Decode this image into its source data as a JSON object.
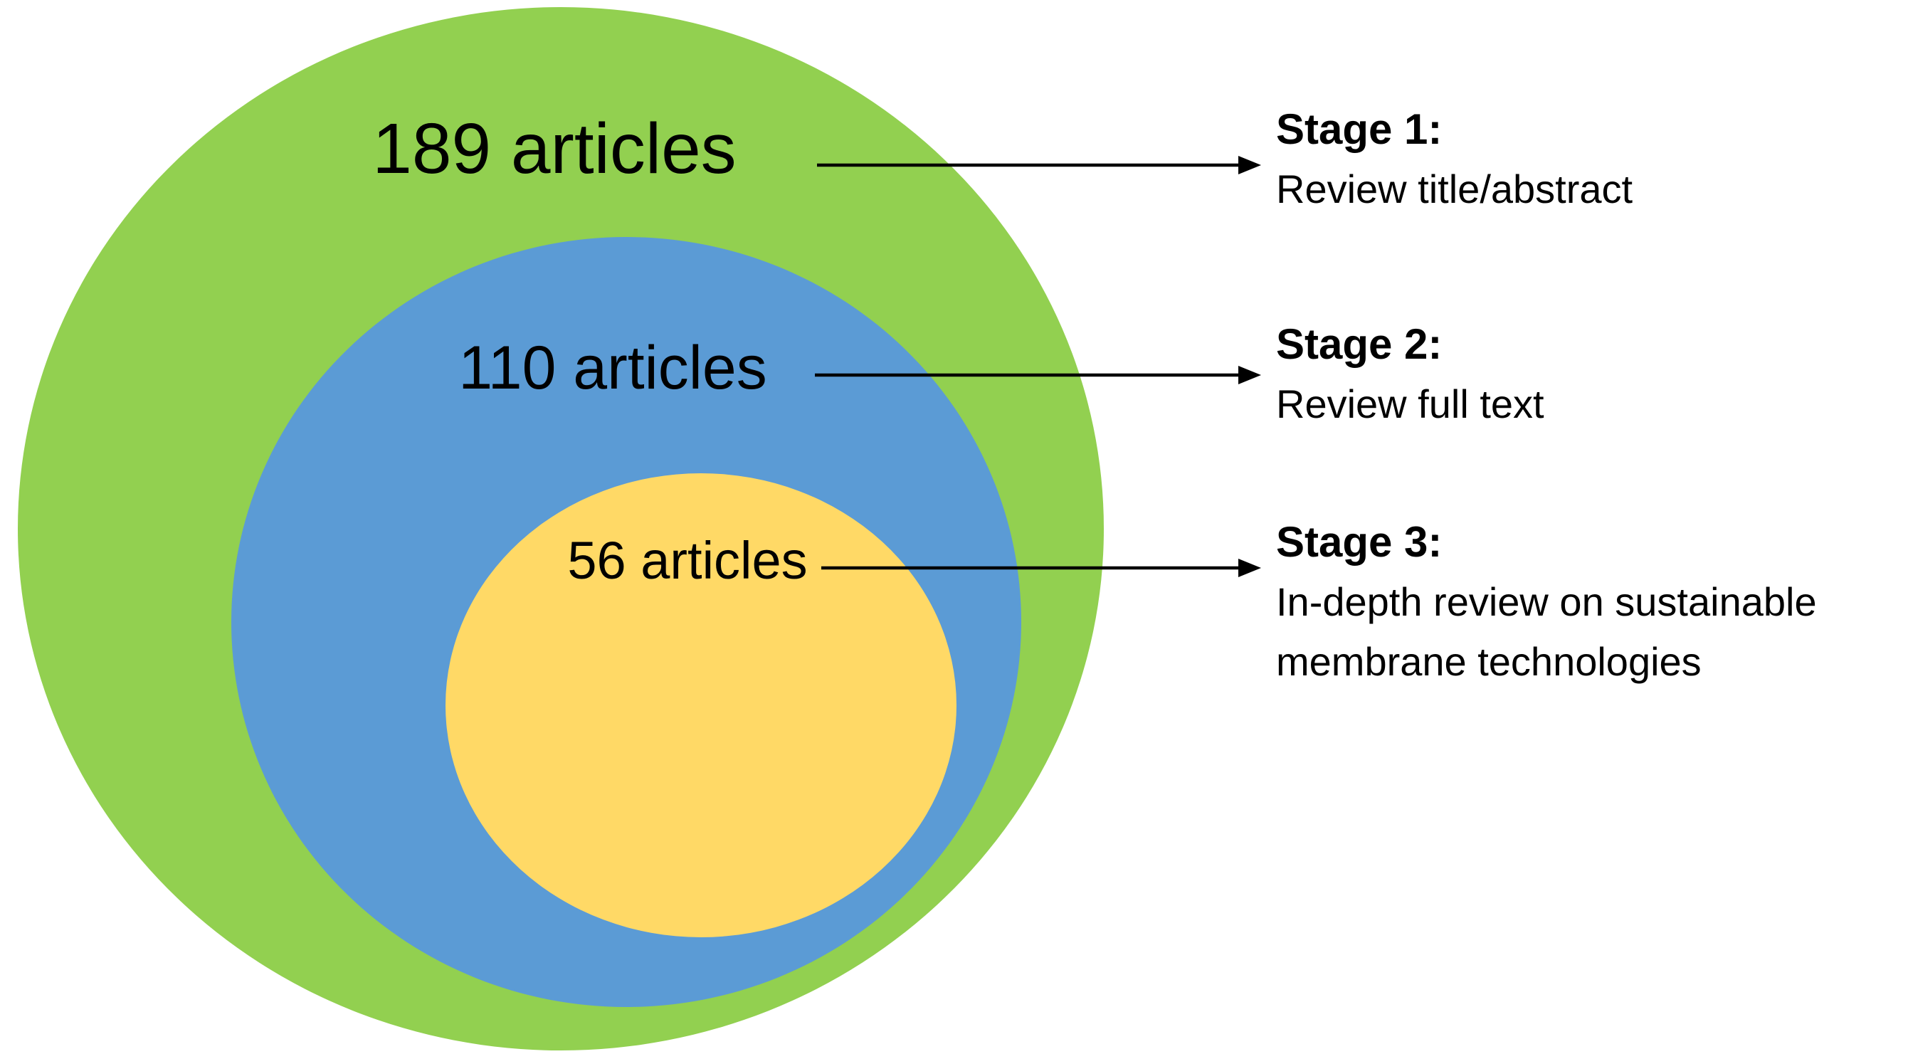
{
  "figure": {
    "type": "nested-circles-diagram",
    "background_color": "#FFFFFF",
    "text_color": "#000000",
    "arrow_color": "#000000",
    "circles": [
      {
        "name": "stage-1-outer",
        "label": "189 articles",
        "count": 189,
        "color": "#92D050",
        "style": "background:#92D050"
      },
      {
        "name": "stage-2-middle",
        "label": "110 articles",
        "count": 110,
        "color": "#5B9BD5",
        "style": "background:#5B9BD5"
      },
      {
        "name": "stage-3-inner",
        "label": "56 articles",
        "count": 56,
        "color": "#FFD966",
        "style": "background:#FFD966"
      }
    ],
    "stages": [
      {
        "heading": "Stage 1:",
        "description": "Review title/abstract"
      },
      {
        "heading": "Stage 2:",
        "description": "Review full text"
      },
      {
        "heading": "Stage 3:",
        "description": "In-depth review on sustainable membrane technologies"
      }
    ]
  }
}
